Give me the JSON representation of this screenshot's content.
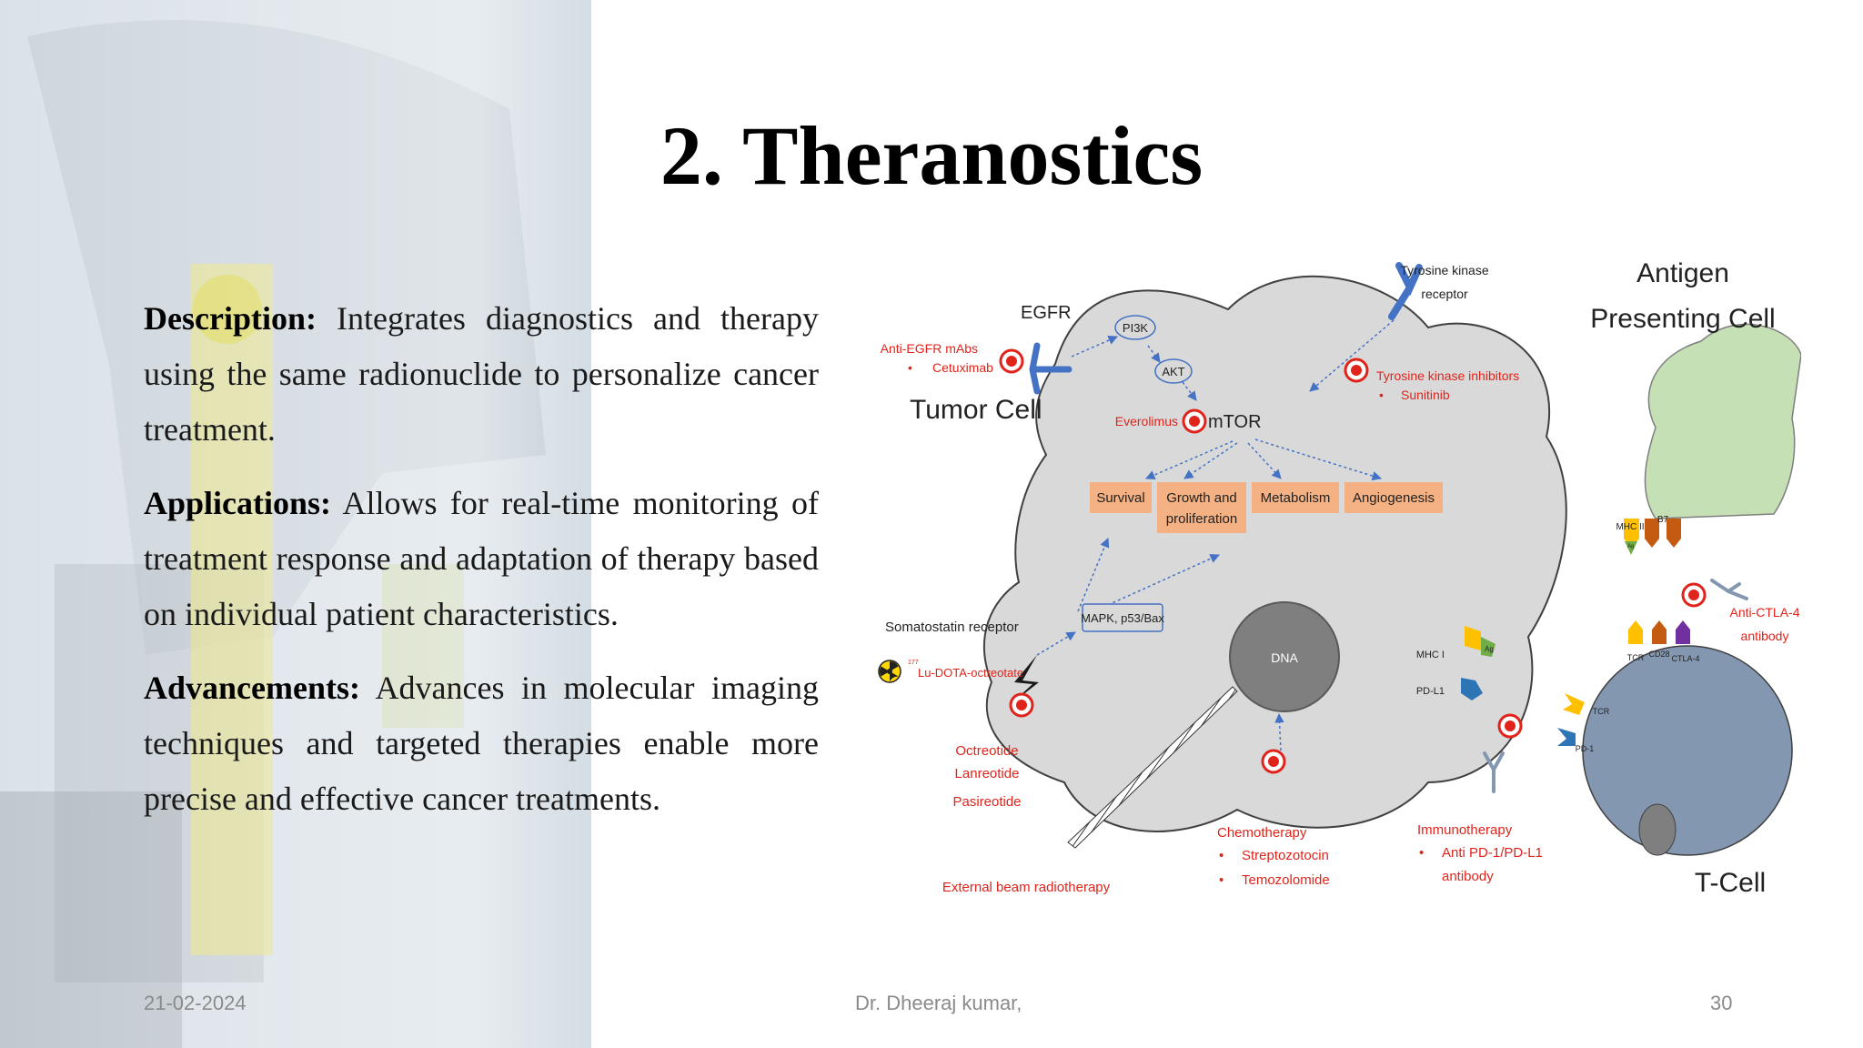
{
  "slide": {
    "title": "2. Theranostics",
    "sections": [
      {
        "heading": "Description:",
        "body": " Integrates diagnostics and therapy using the same radionuclide to personalize cancer treatment."
      },
      {
        "heading": "Applications:",
        "body": " Allows for real-time monitoring of treatment response and adaptation of therapy based on individual patient characteristics."
      },
      {
        "heading": "Advancements:",
        "body": " Advances in molecular imaging techniques and targeted therapies enable more precise and effective cancer treatments."
      }
    ],
    "footer": {
      "date": "21-02-2024",
      "author": "Dr. Dheeraj kumar,",
      "page": "30"
    }
  },
  "diagram": {
    "tumor_cell": "Tumor Cell",
    "egfr": "EGFR",
    "anti_egfr": "Anti-EGFR mAbs",
    "cetuximab": "Cetuximab",
    "pi3k": "PI3K",
    "akt": "AKT",
    "mtor": "mTOR",
    "everolimus": "Everolimus",
    "tk_receptor_1": "Tyrosine kinase",
    "tk_receptor_2": "receptor",
    "tk_inhibitors": "Tyrosine kinase  inhibitors",
    "sunitinib": "Sunitinib",
    "survival": "Survival",
    "growth_1": "Growth and",
    "growth_2": "proliferation",
    "metabolism": "Metabolism",
    "angiogenesis": "Angiogenesis",
    "mapk": "MAPK, p53/Bax",
    "somatostatin": "Somatostatin receptor",
    "lu_sup": "177",
    "lu_dota": "Lu-DOTA-octreotate",
    "octreotide": "Octreotide",
    "lanreotide": "Lanreotide",
    "pasireotide": "Pasireotide",
    "dna": "DNA",
    "external_beam": "External beam radiotherapy",
    "chemotherapy": "Chemotherapy",
    "streptozotocin": "Streptozotocin",
    "temozolomide": "Temozolomide",
    "immunotherapy": "Immunotherapy",
    "anti_pd1_1": "Anti PD-1/PD-L1",
    "anti_pd1_2": "antibody",
    "mhc1": "MHC I",
    "ag": "Ag",
    "pdl1": "PD-L1",
    "apc_1": "Antigen",
    "apc_2": "Presenting Cell",
    "mhc2": "MHC II",
    "b7": "B7",
    "anti_ctla4_1": "Anti-CTLA-4",
    "anti_ctla4_2": "antibody",
    "tcr_top": "TCR",
    "cd28": "CD28",
    "ctla4": "CTLA-4",
    "tcr_side": "TCR",
    "pd1": "PD-1",
    "tcell": "T-Cell"
  },
  "colors": {
    "red_label": "#e0241c",
    "box_fill": "#f4b183",
    "cell_gray": "#d9d9d9",
    "apc_green": "#c5e0b4",
    "tcell_blue": "#8497b0"
  }
}
